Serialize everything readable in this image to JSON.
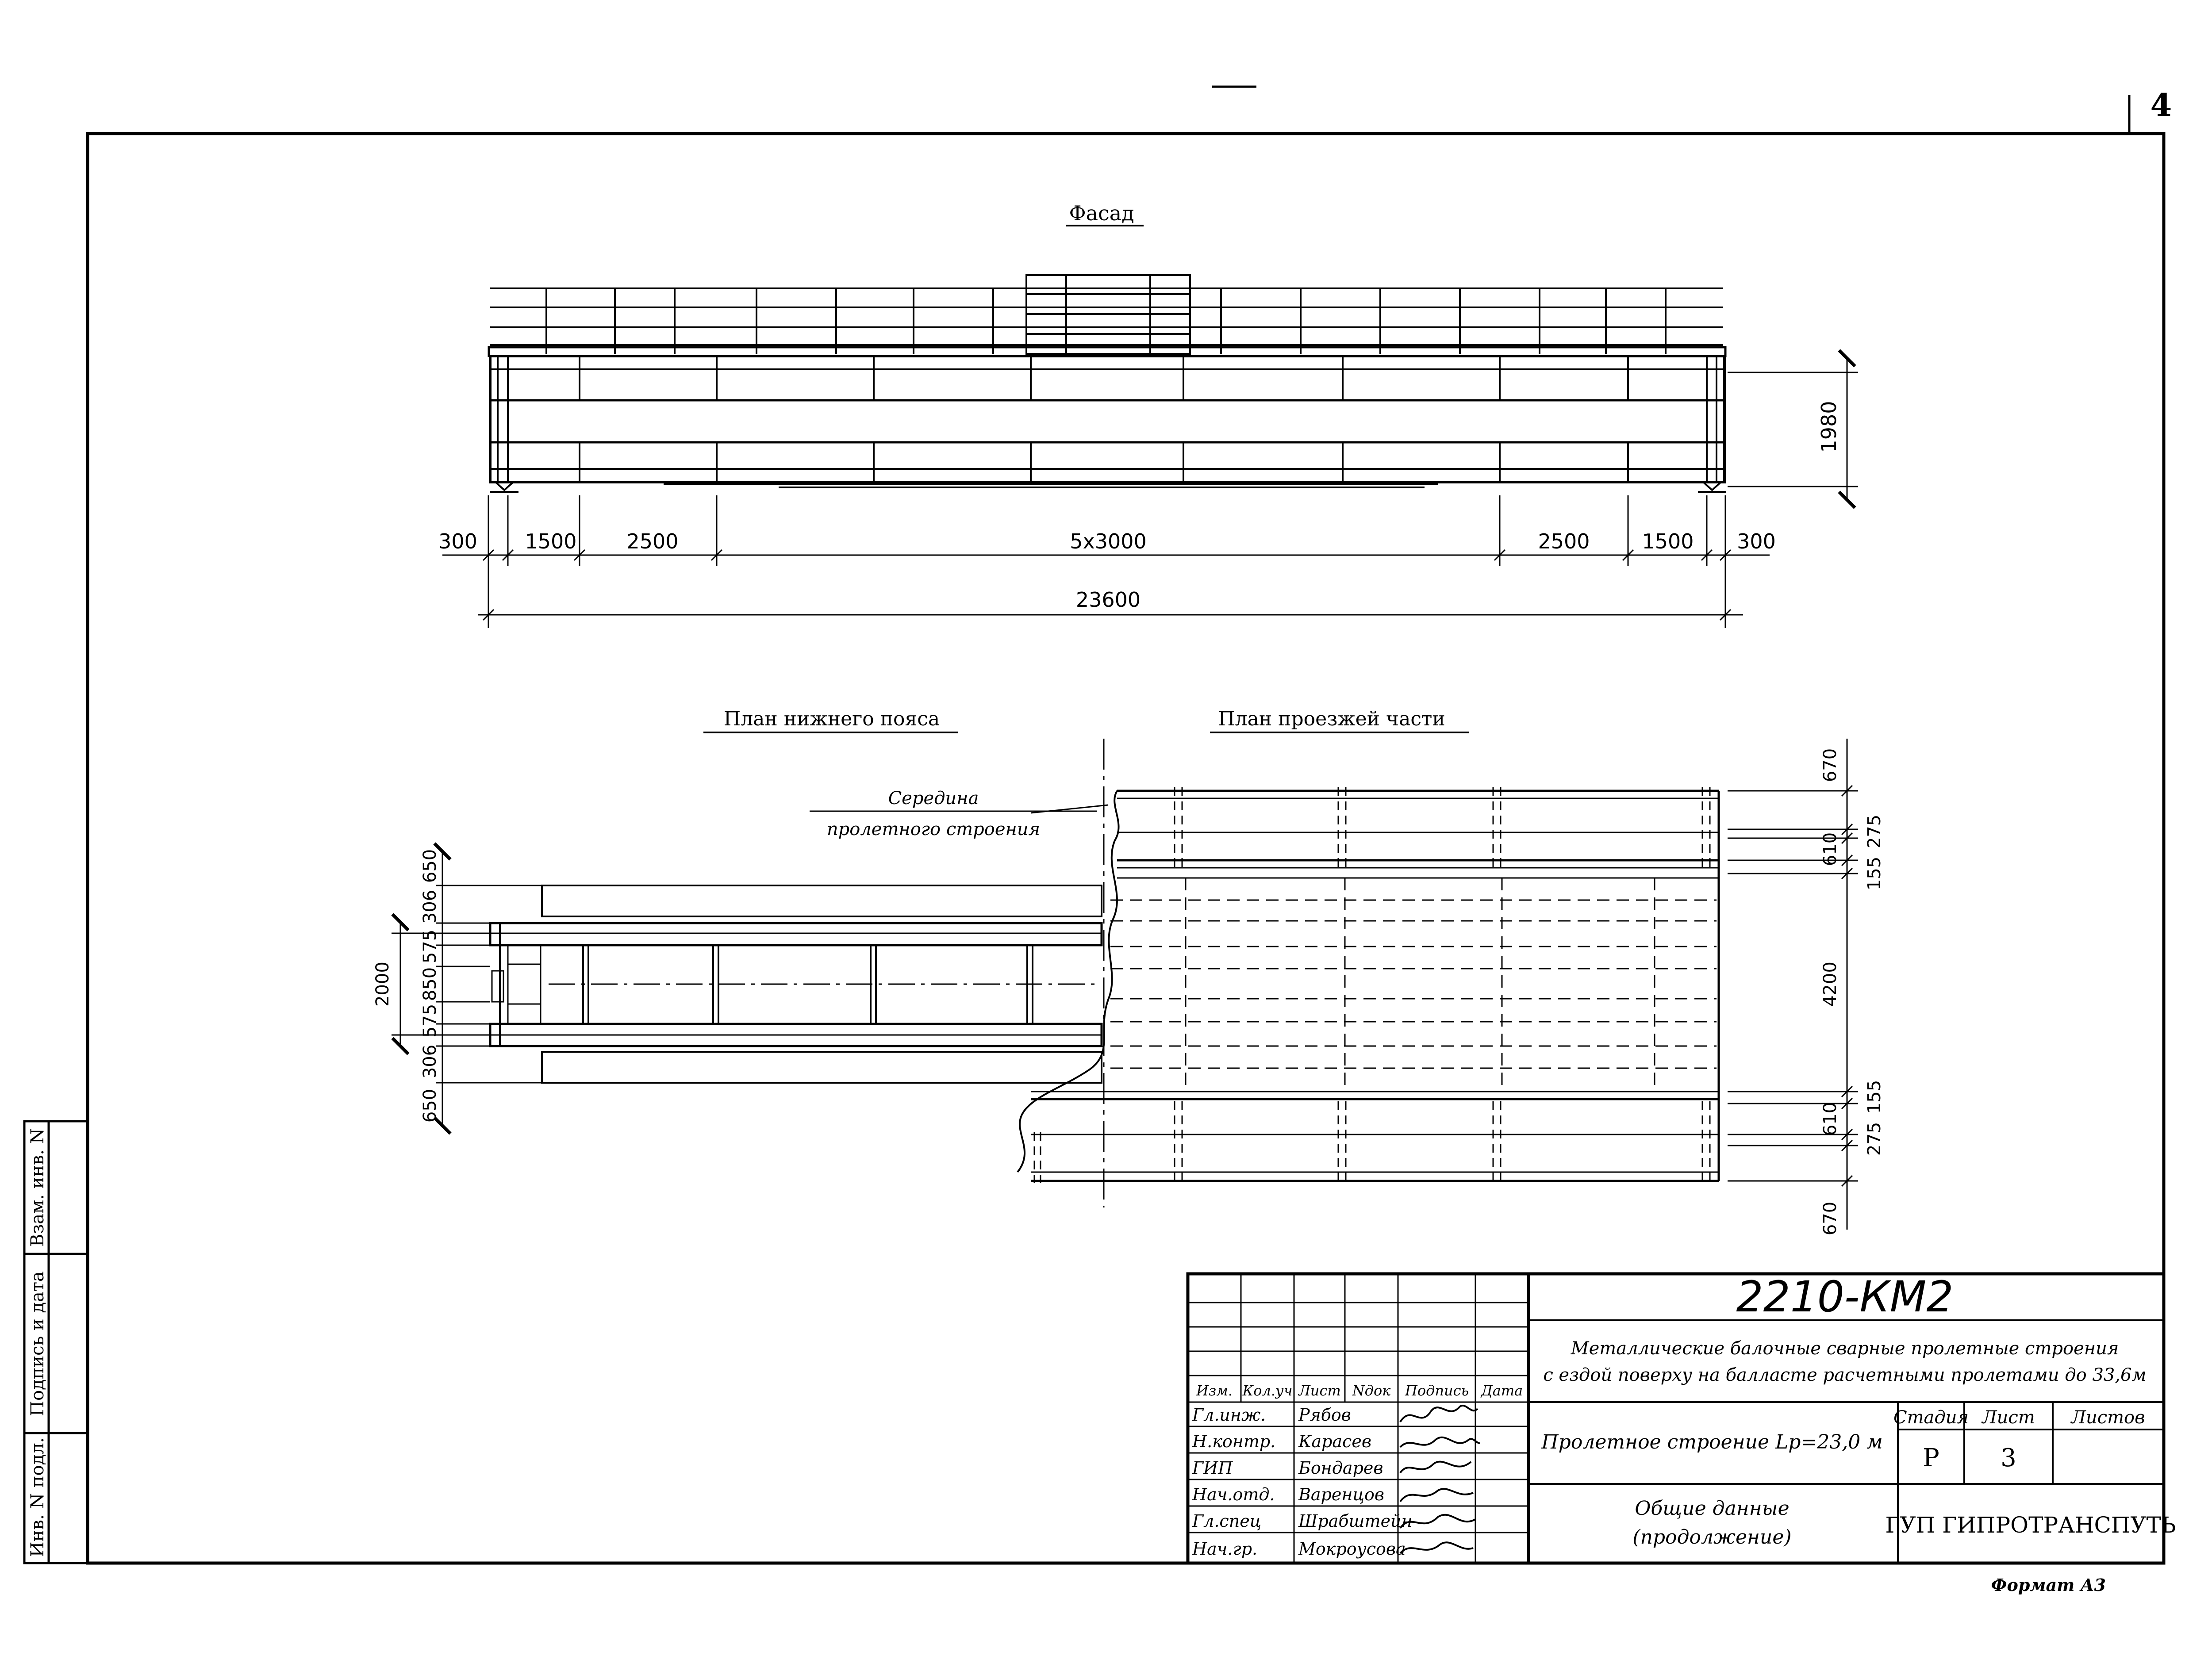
{
  "page": {
    "number": "4",
    "format": "Формат А3"
  },
  "views": {
    "facade": {
      "title": "Фасад"
    },
    "bottom_chord_plan": {
      "title": "План нижнего пояса"
    },
    "deck_plan": {
      "title": "План проезжей части"
    }
  },
  "note": {
    "line1": "Середина",
    "line2": "пролетного строения"
  },
  "dims": {
    "facade": {
      "height": "1980",
      "segments": [
        "300",
        "1500",
        "2500",
        "5х3000",
        "2500",
        "1500",
        "300"
      ],
      "total": "23600"
    },
    "bottom": {
      "width": "2000",
      "stack": [
        "650",
        "306",
        "575",
        "850",
        "575",
        "306",
        "650"
      ]
    },
    "deck": {
      "top_670": "670",
      "top_610": "610",
      "top_275": "275",
      "top_155": "155",
      "mid_4200": "4200",
      "bot_155": "155",
      "bot_275": "275",
      "bot_610": "610",
      "bot_670": "670"
    }
  },
  "side_stamp": {
    "col1": "Инв. N подл.",
    "col2": "Подпись и дата",
    "col3": "Взам. инв. N"
  },
  "title_block": {
    "code": "2210-КМ2",
    "description_line1": "Металлические балочные сварные пролетные строения",
    "description_line2": "с ездой поверху на балласте расчетными пролетами до 33,6м",
    "object": "Пролетное строение Lp=23,0 м",
    "sheet_title_line1": "Общие данные",
    "sheet_title_line2": "(продолжение)",
    "org": "ГУП ГИПРОТРАНСПУТЬ",
    "headers": [
      "Изм.",
      "Кол.уч",
      "Лист",
      "Nдок",
      "Подпись",
      "Дата"
    ],
    "stage_headers": {
      "stage": "Стадия",
      "sheet": "Лист",
      "sheets": "Листов"
    },
    "stage_values": {
      "stage": "Р",
      "sheet": "3",
      "sheets": ""
    },
    "staff": [
      {
        "role": "Гл.инж.",
        "name": "Рябов"
      },
      {
        "role": "Н.контр.",
        "name": "Карасев"
      },
      {
        "role": "ГИП",
        "name": "Бондарев"
      },
      {
        "role": "Нач.отд.",
        "name": "Варенцов"
      },
      {
        "role": "Гл.спец",
        "name": "Шрабштейн"
      },
      {
        "role": "Нач.гр.",
        "name": "Мокроусова"
      }
    ]
  }
}
